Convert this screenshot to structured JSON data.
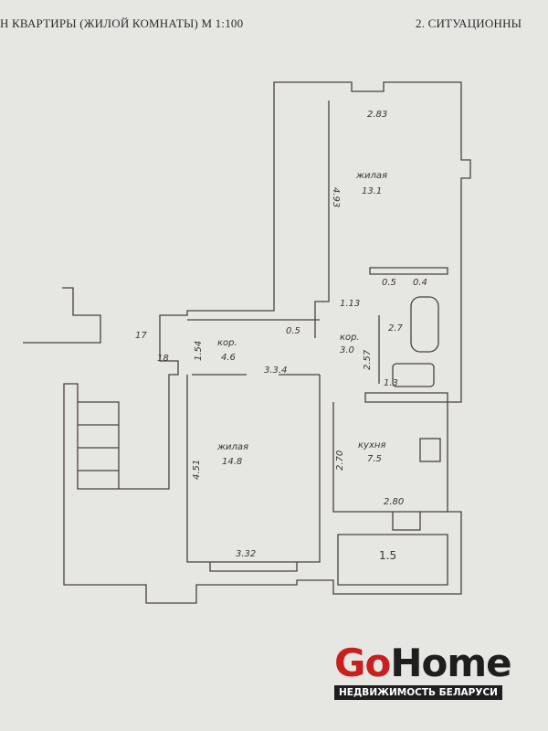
{
  "header": {
    "left_title": "Н КВАРТИРЫ (ЖИЛОЙ КОМНАТЫ)  М 1:100",
    "right_title": "2. СИТУАЦИОННЫ"
  },
  "plan": {
    "rooms": [
      {
        "name": "жилая",
        "area": "13.1"
      },
      {
        "name": "кор.",
        "area": "4.6"
      },
      {
        "name": "кор.",
        "area": "3.0"
      },
      {
        "name": "жилая",
        "area": "14.8"
      },
      {
        "name": "кухня",
        "area": "7.5"
      }
    ],
    "small_areas": [
      "0.5",
      "0.4",
      "0.5",
      "2.7",
      "1.3",
      "1.5"
    ],
    "dimensions": [
      "2.83",
      "4.93",
      "1.13",
      "2.57",
      "1.54",
      "3.3.4",
      "4.51",
      "2.70",
      "2.80",
      "3.32"
    ],
    "marks": [
      "17",
      "18"
    ]
  },
  "logo": {
    "go": "Go",
    "home": "Home",
    "tagline": "НЕДВИЖИМОСТЬ БЕЛАРУСИ"
  }
}
